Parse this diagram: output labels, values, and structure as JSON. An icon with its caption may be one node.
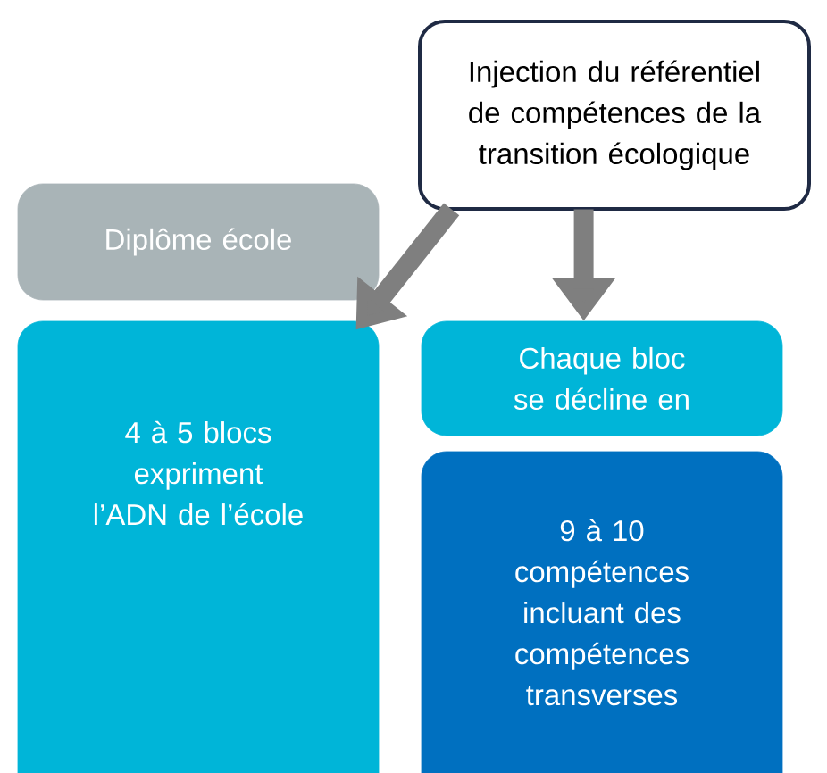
{
  "diagram": {
    "nodes": [
      {
        "text": [
          "Injection du référentiel de compétences de la transition écologique"
        ]
      },
      {
        "text": [
          "Diplôme école"
        ]
      },
      {
        "text": [
          "4 à 5 blocs expriment l’ADN de l’école"
        ]
      },
      {
        "text": [
          "Chaque bloc se décline en"
        ]
      },
      {
        "text": [
          "9 à 10 compétences incluant des compétences transverses"
        ]
      }
    ],
    "edges": [
      {
        "from": 0,
        "to": 2,
        "arrow": "to"
      },
      {
        "from": 0,
        "to": 3,
        "arrow": "to"
      }
    ]
  }
}
